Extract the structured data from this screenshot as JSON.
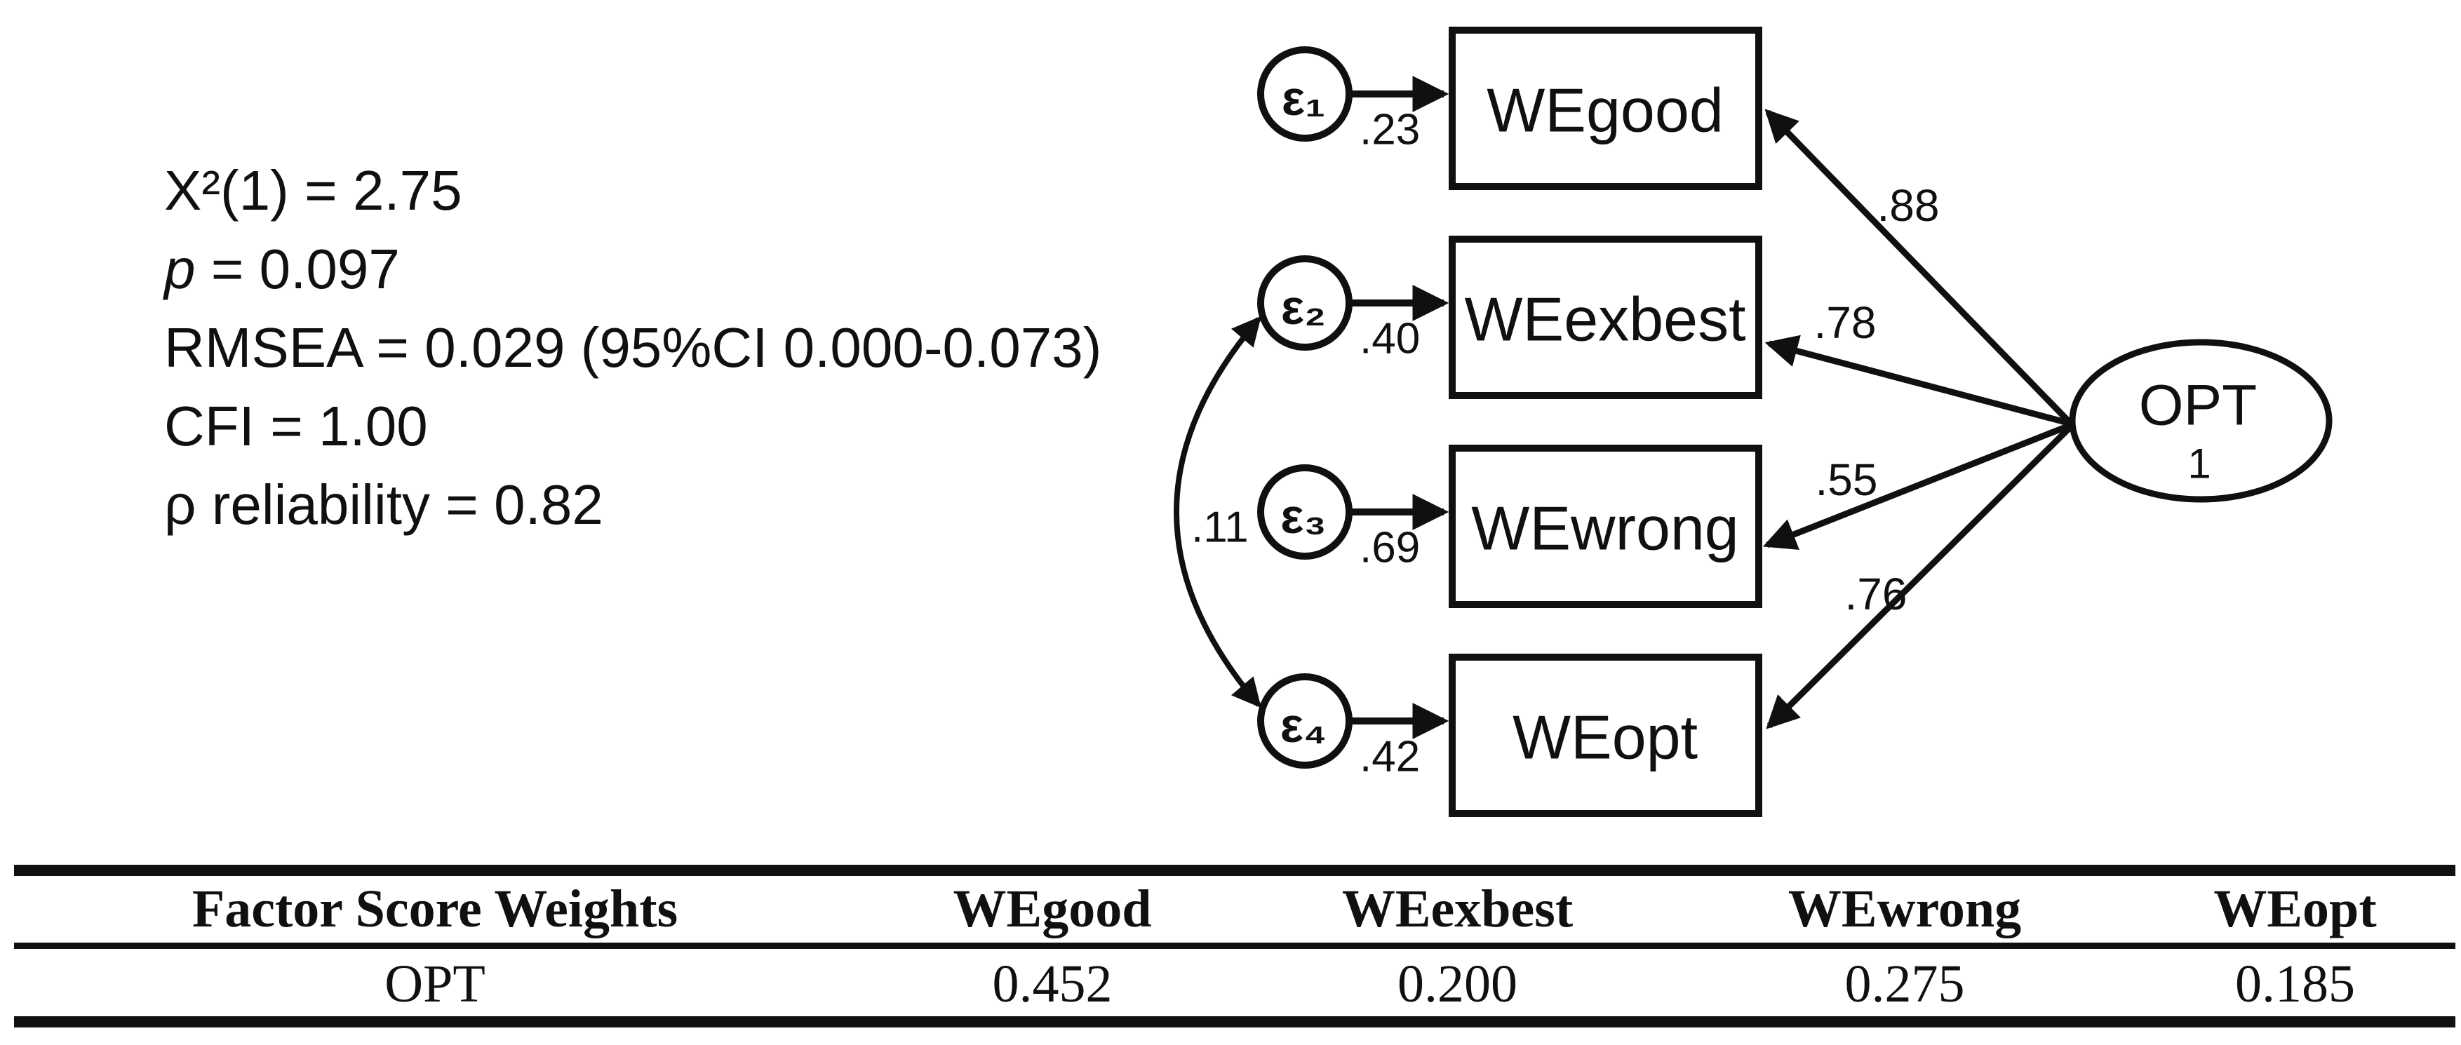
{
  "fit_stats": {
    "chi_square": "X²(1) = 2.75",
    "p_symbol": "p",
    "p_value": " = 0.097",
    "rmsea": "RMSEA = 0.029 (95%CI 0.000-0.073)",
    "cfi": "CFI = 1.00",
    "rho_reliability": "ρ reliability = 0.82"
  },
  "diagram": {
    "latent": {
      "label": "OPT",
      "variance": "1"
    },
    "indicators": [
      {
        "label": "WEgood",
        "loading": ".88",
        "error": {
          "label": "ε₁",
          "variance": ".23"
        }
      },
      {
        "label": "WEexbest",
        "loading": ".78",
        "error": {
          "label": "ε₂",
          "variance": ".40"
        }
      },
      {
        "label": "WEwrong",
        "loading": ".55",
        "error": {
          "label": "ε₃",
          "variance": ".69"
        }
      },
      {
        "label": "WEopt",
        "loading": ".76",
        "error": {
          "label": "ε₄",
          "variance": ".42"
        }
      }
    ],
    "error_covariance": {
      "value": ".11",
      "between": [
        "ε₂",
        "ε₄"
      ]
    }
  },
  "table": {
    "headers": [
      "Factor Score Weights",
      "WEgood",
      "WEexbest",
      "WEwrong",
      "WEopt"
    ],
    "rows": [
      {
        "label": "OPT",
        "values": [
          "0.452",
          "0.200",
          "0.275",
          "0.185"
        ]
      }
    ]
  },
  "colors": {
    "ink": "#101010",
    "background": "#ffffff"
  }
}
